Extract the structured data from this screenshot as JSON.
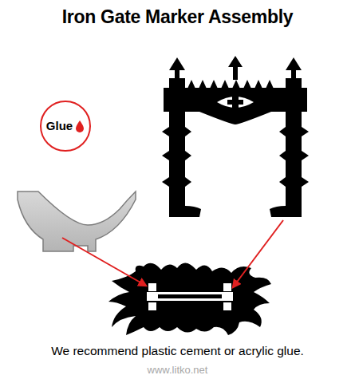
{
  "diagram": {
    "title": "Iron Gate Marker Assembly",
    "caption": "We recommend plastic cement or acrylic glue.",
    "nodes": [
      {
        "text": [
          "Glue"
        ]
      }
    ],
    "labels": [
      "www.litko.net"
    ]
  }
}
